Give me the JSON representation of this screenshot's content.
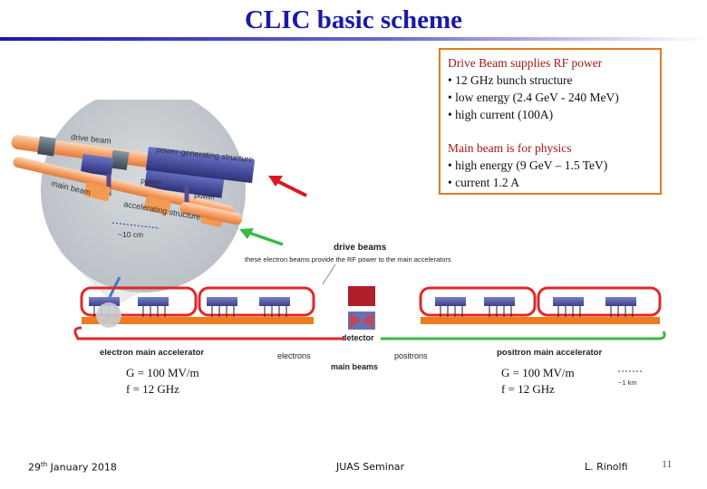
{
  "title": "CLIC basic scheme",
  "info_box": {
    "drive_heading": "Drive Beam supplies RF power",
    "drive_items": [
      "• 12 GHz bunch structure",
      "• low energy (2.4 GeV - 240 MeV)",
      "• high current (100A)"
    ],
    "main_heading": "Main beam is for physics",
    "main_items": [
      "• high energy (9 GeV – 1.5 TeV)",
      "• current 1.2 A"
    ]
  },
  "inset": {
    "drive_beam": "drive beam",
    "power_generating_structure": "power-generating structure",
    "main_beam": "main beam",
    "power_1": "power",
    "power_2": "power",
    "accelerating_structure": "accelerating structure",
    "scale": "~10 cm"
  },
  "schematic": {
    "drive_beams": "drive beams",
    "drive_beams_note": "these electron beams provide the RF power to the main accelerators",
    "detector": "detector",
    "electron_main_accelerator": "electron main accelerator",
    "positron_main_accelerator": "positron main accelerator",
    "electrons": "electrons",
    "main_beams": "main beams",
    "positrons": "positrons",
    "scale_km": "~1 km"
  },
  "params_left": {
    "gradient": "G = 100 MV/m",
    "frequency": "f = 12 GHz"
  },
  "params_right": {
    "gradient": "G = 100 MV/m",
    "frequency": "f = 12 GHz"
  },
  "footer": {
    "date_day": "29",
    "date_suffix": "th",
    "date_rest": " January 2018",
    "event": "JUAS Seminar",
    "author": "L. Rinolfi",
    "page": "11"
  },
  "colors": {
    "title": "#1a1aa6",
    "box_border": "#e07b20",
    "drive_loop": "#e0282a",
    "electron_arc": "#e0282a",
    "positron_arc": "#3bb848",
    "beam_orange": "#f07a1e",
    "structure_blue": "#4a4f9e"
  }
}
